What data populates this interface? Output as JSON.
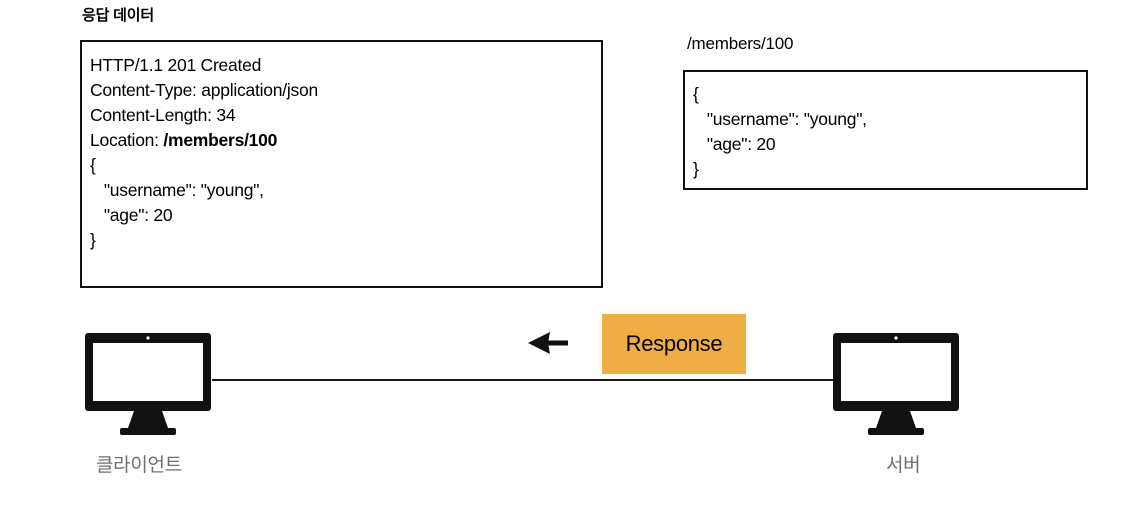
{
  "diagram": {
    "type": "http-response-sequence",
    "background_color": "#ffffff"
  },
  "response_panel": {
    "title": "응답 데이터",
    "status_line": "HTTP/1.1 201 Created",
    "headers": [
      {
        "name": "Content-Type:",
        "value": " application/json",
        "value_bold": false
      },
      {
        "name": "Content-Length:",
        "value": " 34",
        "value_bold": false
      },
      {
        "name": "Location:",
        "value": " /members/100",
        "value_bold": true
      }
    ],
    "body_lines": [
      "{",
      "   \"username\": \"young\",",
      "   \"age\": 20",
      "}"
    ],
    "text_block": "HTTP/1.1 201 Created\nContent-Type: application/json\nContent-Length: 34\n",
    "location_label": "Location: ",
    "location_value": "/members/100",
    "body_block": "\n{\n   \"username\": \"young\",\n   \"age\": 20\n}"
  },
  "resource_panel": {
    "title": "/members/100",
    "body_block": "{\n   \"username\": \"young\",\n   \"age\": 20\n}"
  },
  "flow": {
    "badge_label": "Response",
    "badge_color": "#efae44",
    "direction": "server-to-client",
    "arrow_icon": "arrow-left-icon"
  },
  "nodes": [
    {
      "id": "client",
      "label": "클라이언트",
      "icon": "monitor-icon",
      "label_color": "#6f6f6f"
    },
    {
      "id": "server",
      "label": "서버",
      "icon": "monitor-icon",
      "label_color": "#6f6f6f"
    }
  ]
}
